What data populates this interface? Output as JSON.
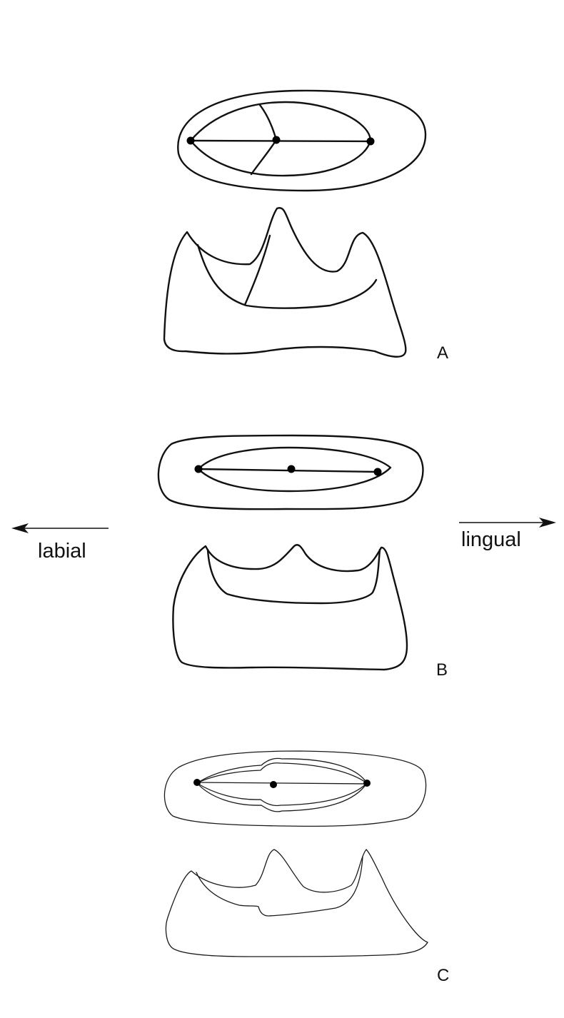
{
  "directions": {
    "left": "labial",
    "right": "lingual"
  },
  "panels": [
    {
      "id": "A",
      "label": "A"
    },
    {
      "id": "B",
      "label": "B"
    },
    {
      "id": "C",
      "label": "C"
    }
  ],
  "colors": {
    "stroke": "#111111",
    "background": "#ffffff"
  }
}
